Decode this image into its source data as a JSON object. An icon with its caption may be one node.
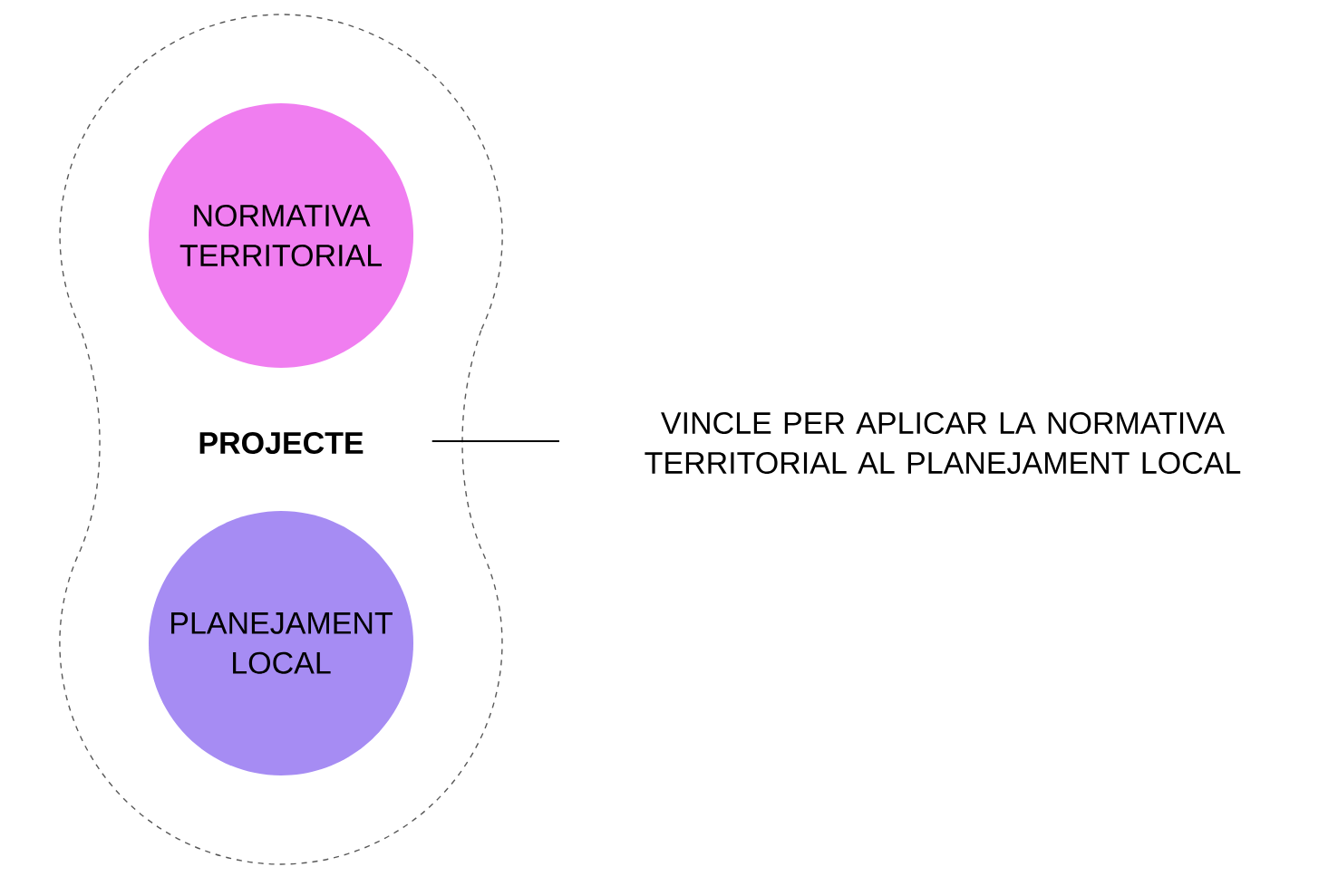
{
  "diagram": {
    "nodes": [
      {
        "text": [
          "PROJECTE"
        ]
      },
      {
        "text": [
          "NORMATIVA TERRITORIAL"
        ],
        "in": 0
      },
      {
        "text": [
          "PLANEJAMENT LOCAL"
        ],
        "in": 0
      },
      {
        "text": [
          "VINCLE PER APLICAR LA NORMATIVA TERRITORIAL AL PLANEJAMENT LOCAL"
        ]
      }
    ],
    "edges": [
      {
        "from": 3,
        "to": 0,
        "arrow": "none"
      }
    ]
  }
}
